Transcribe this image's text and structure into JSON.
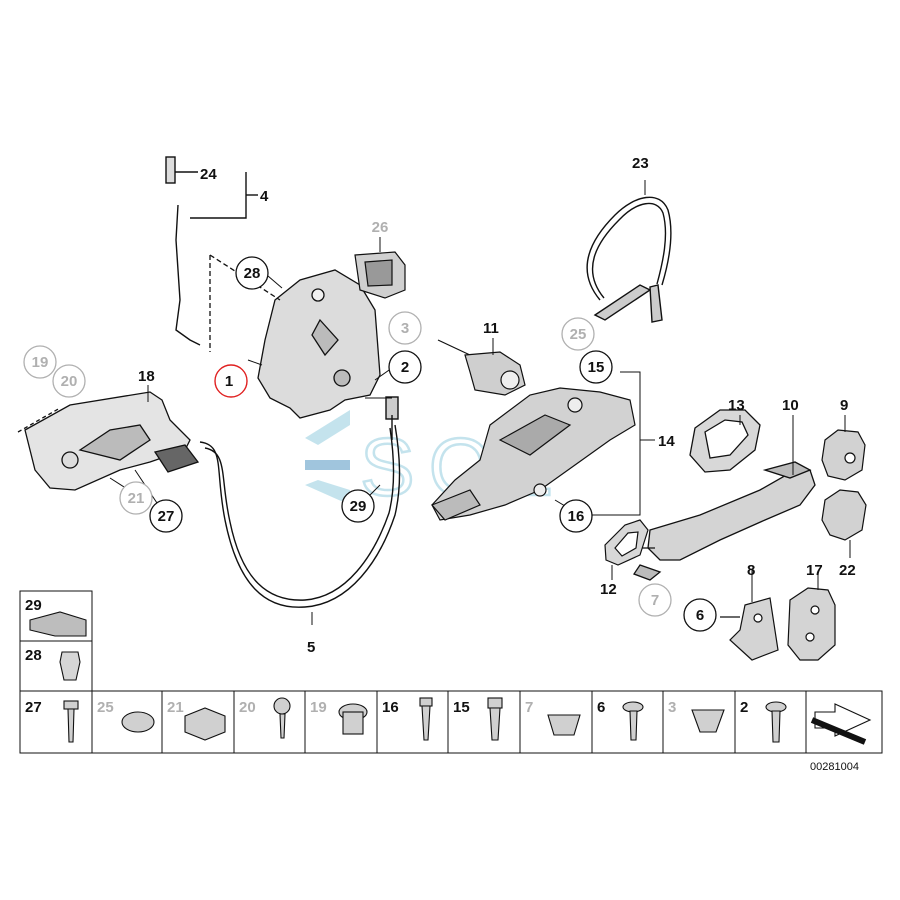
{
  "diagram_id": "00281004",
  "watermark": "SQL",
  "callouts": {
    "c1": "1",
    "c2": "2",
    "c3": "3",
    "c4": "4",
    "c5": "5",
    "c6": "6",
    "c7": "7",
    "c8": "8",
    "c9": "9",
    "c10": "10",
    "c11": "11",
    "c12": "12",
    "c13": "13",
    "c14": "14",
    "c15": "15",
    "c16": "16",
    "c17": "17",
    "c18": "18",
    "c19": "19",
    "c20": "20",
    "c21": "21",
    "c22": "22",
    "c23": "23",
    "c24": "24",
    "c25": "25",
    "c26": "26",
    "c27": "27",
    "c28": "28",
    "c29": "29"
  },
  "legend_left": [
    "29",
    "28"
  ],
  "legend_bottom": [
    "27",
    "25",
    "21",
    "20",
    "19",
    "16",
    "15",
    "7",
    "6",
    "3",
    "2"
  ],
  "colors": {
    "line": "#111111",
    "faded": "#b0b0b0",
    "highlight": "#e02020",
    "part_fill": "#d8d8d8",
    "watermark": "#7ec3d8"
  }
}
